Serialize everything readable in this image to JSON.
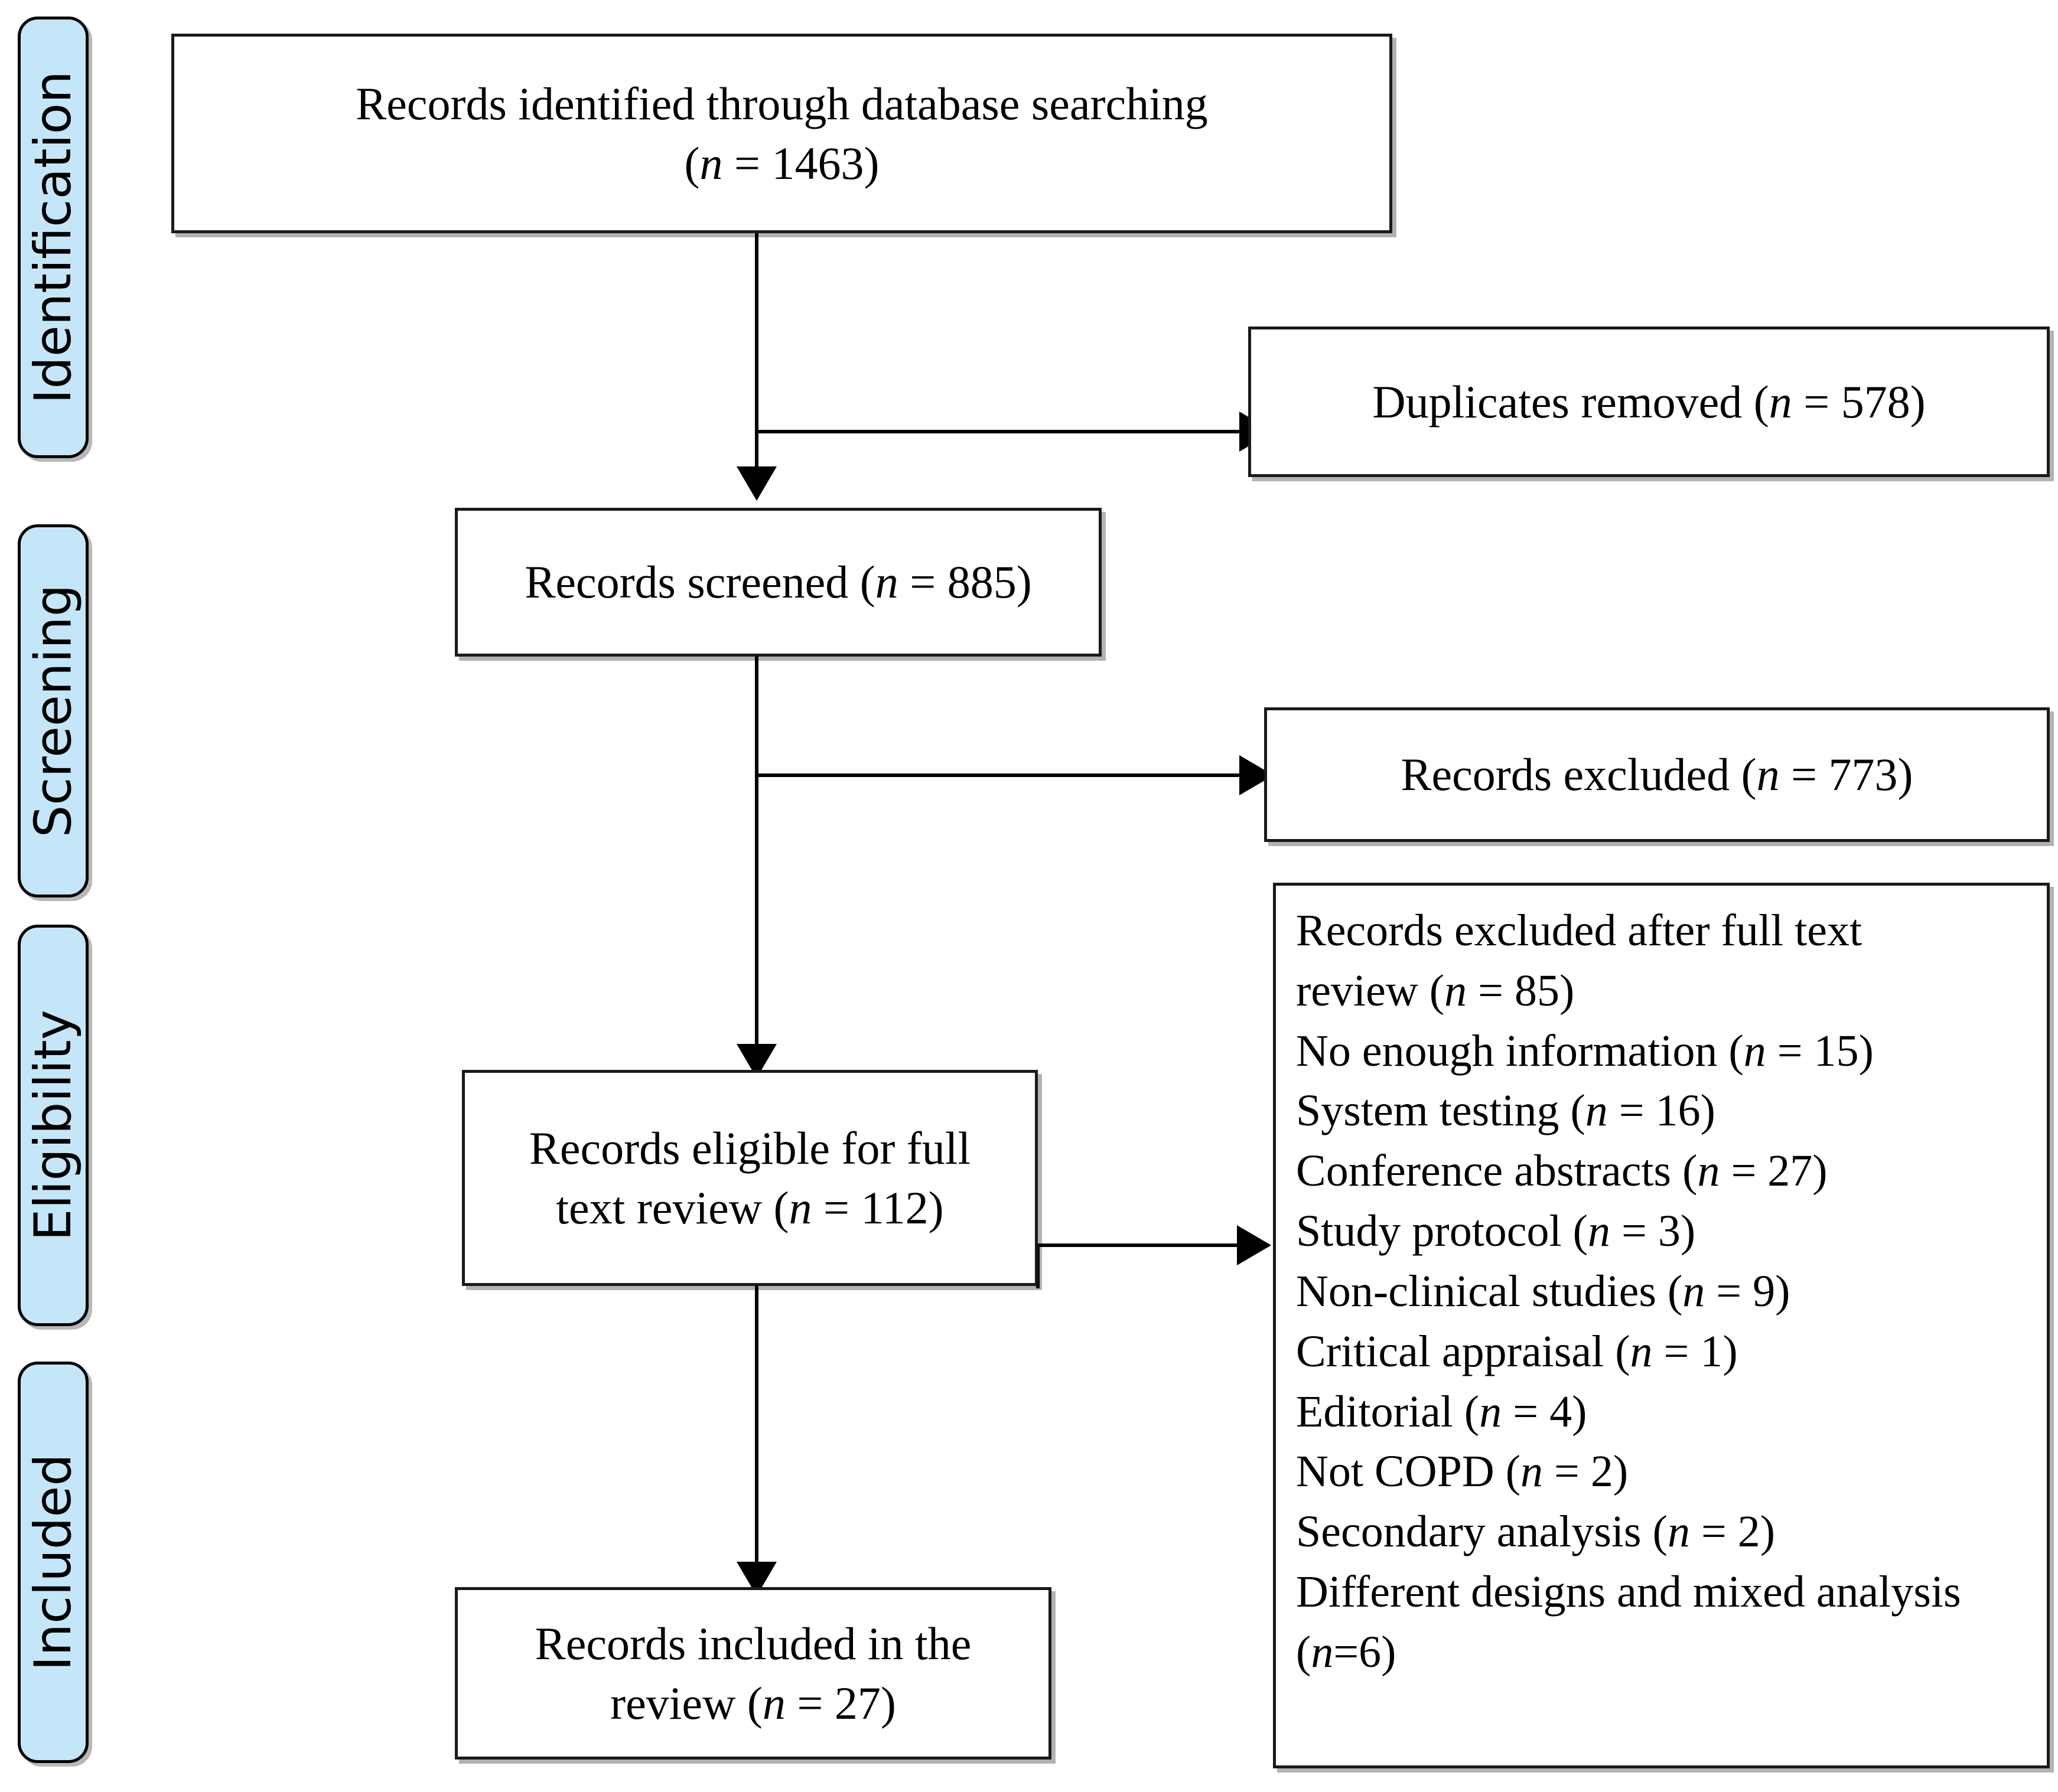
{
  "diagram": {
    "type": "PRISMA flow diagram",
    "stages": [
      {
        "id": "identification",
        "label": "Identification"
      },
      {
        "id": "screening",
        "label": "Screening"
      },
      {
        "id": "eligibility",
        "label": "Eligibility"
      },
      {
        "id": "included",
        "label": "Included"
      }
    ],
    "boxes": {
      "identified": {
        "line1": "Records identified through database searching",
        "line2_prefix": "(",
        "line2_italic": "n",
        "line2_suffix": " = 1463)",
        "n": 1463
      },
      "duplicates": {
        "prefix": "Duplicates removed (",
        "italic": "n",
        "suffix": " = 578)",
        "n": 578
      },
      "screened": {
        "prefix": "Records screened (",
        "italic": "n",
        "suffix": " = 885)",
        "n": 885
      },
      "excluded": {
        "prefix": "Records excluded (",
        "italic": "n",
        "suffix": " = 773)",
        "n": 773
      },
      "eligible": {
        "line1": "Records eligible for full",
        "line2_prefix": "text review (",
        "line2_italic": "n",
        "line2_suffix": " = 112)",
        "n": 112
      },
      "final": {
        "line1": "Records included in the",
        "line2_prefix": "review (",
        "line2_italic": "n",
        "line2_suffix": " = 27)",
        "n": 27
      }
    },
    "exclusion_reasons": {
      "heading_line1": "Records excluded after full text",
      "heading_line2_prefix": "review (",
      "heading_italic": "n",
      "heading_line2_suffix": " = 85)",
      "heading_n": 85,
      "items": [
        {
          "label": "No enough information (",
          "italic": "n",
          "tail": " = 15)",
          "n": 15
        },
        {
          "label": "System testing (",
          "italic": "n",
          "tail": " = 16)",
          "n": 16
        },
        {
          "label": "Conference abstracts (",
          "italic": "n",
          "tail": " = 27)",
          "n": 27
        },
        {
          "label": "Study protocol (",
          "italic": "n",
          "tail": " = 3)",
          "n": 3
        },
        {
          "label": "Non-clinical studies (",
          "italic": "n",
          "tail": " = 9)",
          "n": 9
        },
        {
          "label": "Critical appraisal (",
          "italic": "n",
          "tail": " = 1)",
          "n": 1
        },
        {
          "label": "Editorial (",
          "italic": "n",
          "tail": " = 4)",
          "n": 4
        },
        {
          "label": "Not COPD (",
          "italic": "n",
          "tail": " = 2)",
          "n": 2
        },
        {
          "label": "Secondary analysis (",
          "italic": "n",
          "tail": " = 2)",
          "n": 2
        },
        {
          "label": "Different designs and mixed analysis (",
          "italic": "n",
          "tail": "=6)",
          "n": 6
        }
      ]
    },
    "colors": {
      "stage_fill": "#c5e6f8",
      "stage_border": "#000000",
      "box_border": "#1a1a1a",
      "connector": "#000000",
      "background": "#ffffff"
    }
  }
}
